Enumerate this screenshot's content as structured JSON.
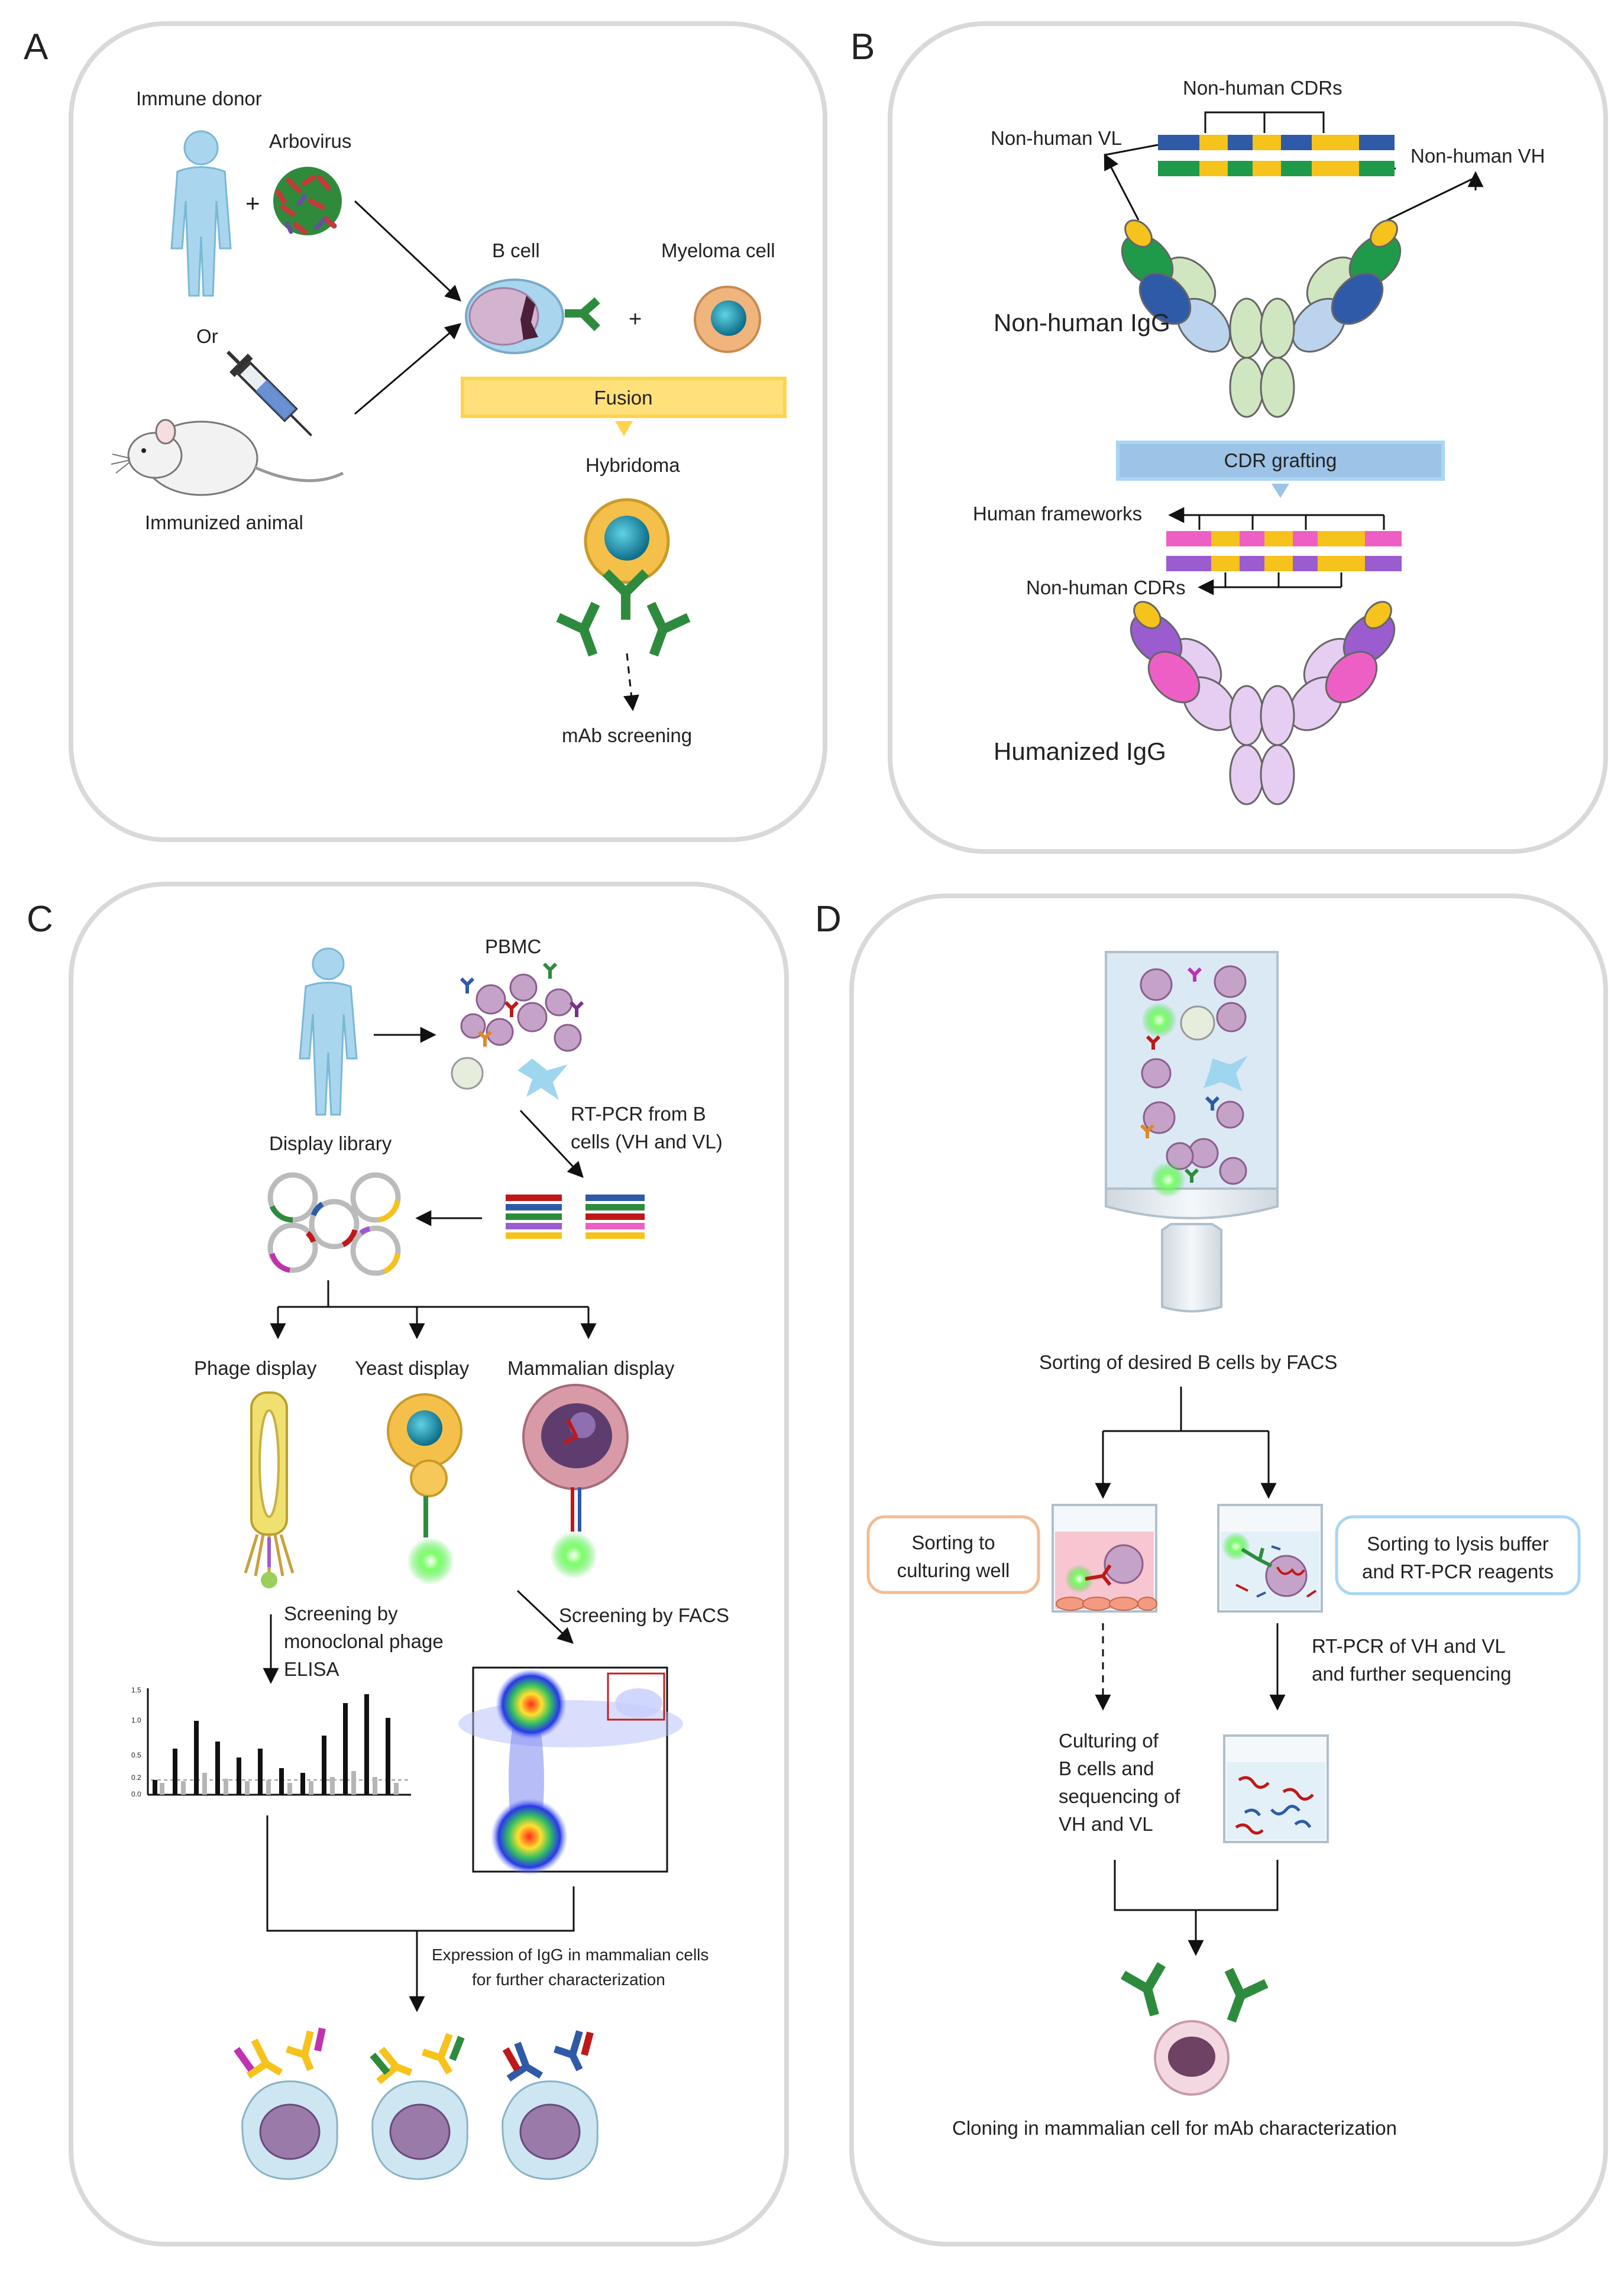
{
  "panel_a": {
    "letter": "A",
    "immune_donor": "Immune donor",
    "arbovirus": "Arbovirus",
    "plus_1": "+",
    "or": "Or",
    "immunized_animal": "Immunized animal",
    "b_cell": "B cell",
    "myeloma_cell": "Myeloma cell",
    "plus_2": "+",
    "fusion": "Fusion",
    "hybridoma": "Hybridoma",
    "mab_screening": "mAb screening"
  },
  "panel_b": {
    "letter": "B",
    "non_human_cdrs_top": "Non-human CDRs",
    "non_human_vl": "Non-human VL",
    "non_human_vh": "Non-human VH",
    "non_human_igg": "Non-human IgG",
    "cdr_grafting": "CDR grafting",
    "human_frameworks": "Human frameworks",
    "non_human_cdrs_bottom": "Non-human CDRs",
    "humanized_igg": "Humanized IgG"
  },
  "panel_c": {
    "letter": "C",
    "pbmc": "PBMC",
    "rt_pcr_line1": "RT-PCR from B",
    "rt_pcr_line2": "cells (VH and VL)",
    "display_library": "Display library",
    "phage_display": "Phage display",
    "yeast_display": "Yeast display",
    "mammalian_display": "Mammalian display",
    "screening_elisa_line1": "Screening by",
    "screening_elisa_line2": "monoclonal phage",
    "screening_elisa_line3": "ELISA",
    "screening_facs": "Screening by FACS",
    "expression_line1": "Expression of IgG in mammalian cells",
    "expression_line2": "for further characterization",
    "elisa_ticks": [
      "1.5",
      "1.0",
      "0.5",
      "0.2",
      "0.0"
    ]
  },
  "panel_d": {
    "letter": "D",
    "sorting_facs": "Sorting of desired B cells by FACS",
    "sorting_culturing_line1": "Sorting to",
    "sorting_culturing_line2": "culturing well",
    "sorting_lysis_line1": "Sorting to lysis buffer",
    "sorting_lysis_line2": "and RT-PCR reagents",
    "rt_pcr_seq_line1": "RT-PCR of VH and VL",
    "rt_pcr_seq_line2": "and further sequencing",
    "culturing_line1": "Culturing of",
    "culturing_line2": "B cells and",
    "culturing_line3": "sequencing of",
    "culturing_line4": "VH and VL",
    "cloning": "Cloning in mammalian cell for mAb characterization"
  },
  "colors": {
    "panel_border": "#d9d9d9",
    "fusion_fill": "#ffe07a",
    "cdr_grafting_fill": "#9dc3e6",
    "antibody_green": "#2e8b3d",
    "human_blue": "#a9d6ee",
    "cdr_yellow": "#f6c21c",
    "vl_blue": "#2f5aa8",
    "vh_green": "#1f9a4a",
    "framework_pink": "#ee5fc5",
    "framework_purple": "#9a5ccf",
    "constant_light_green": "#cfe6c0",
    "constant_light_purple": "#e6cdf2",
    "cell_purple": "#b692b8"
  }
}
